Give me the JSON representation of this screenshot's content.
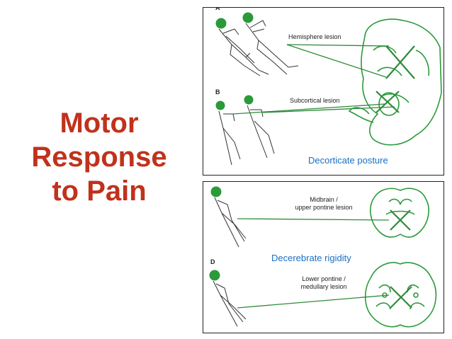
{
  "title": {
    "line1": "Motor",
    "line2": "Response",
    "line3": "to Pain"
  },
  "panel_top": {
    "label_a": "A",
    "label_b": "B",
    "hemisphere": "Hemisphere lesion",
    "subcortical": "Subcortical lesion",
    "caption": "Decorticate posture"
  },
  "panel_bottom": {
    "label_d": "D",
    "midbrain_1": "Midbrain /",
    "midbrain_2": "upper pontine lesion",
    "lower_1": "Lower pontine /",
    "lower_2": "medullary lesion",
    "caption": "Decerebrate rigidity"
  },
  "colors": {
    "title": "#c0321c",
    "caption": "#1a6fc4",
    "lesion": "#2e8b3a",
    "figure": "#2a9a3a"
  }
}
